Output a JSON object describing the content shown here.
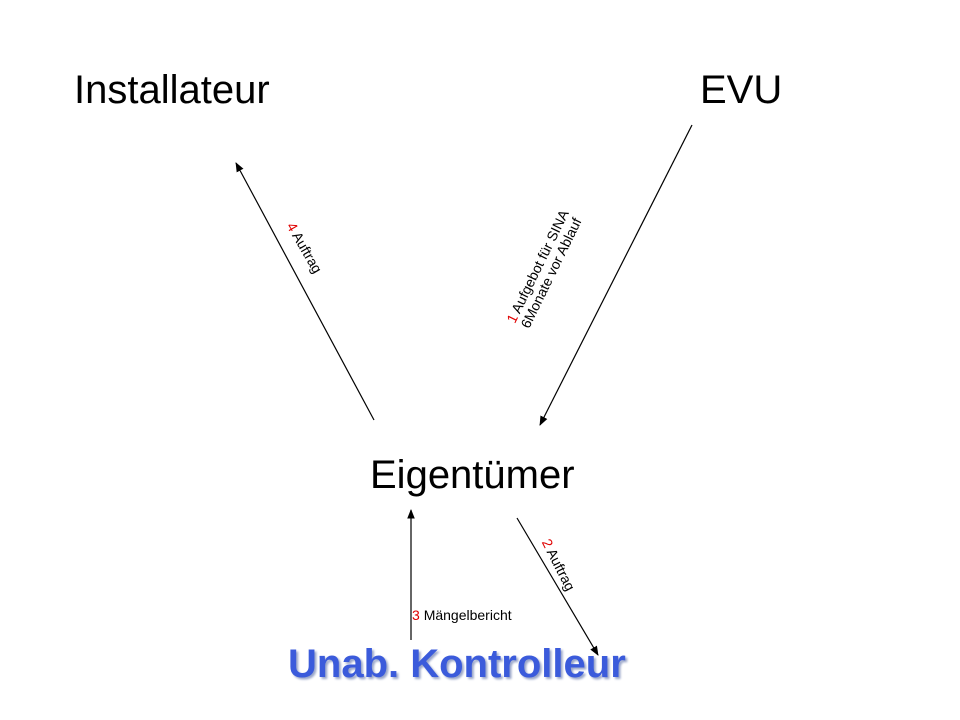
{
  "nodes": {
    "installer": "Installateur",
    "evu": "EVU",
    "owner": "Eigentümer",
    "inspector": "Unab. Kontrolleur"
  },
  "arrows": {
    "step1": {
      "num": "1",
      "line1": "Aufgebot für SINA",
      "line2": "6Monate vor Ablauf"
    },
    "step2": {
      "num": "2",
      "text": "Auftrag"
    },
    "step3": {
      "num": "3",
      "text": "Mängelbericht"
    },
    "step4": {
      "num": "4",
      "text": "Auftrag"
    }
  },
  "colors": {
    "number": "#e00000",
    "inspector": "#3b5bdb"
  }
}
